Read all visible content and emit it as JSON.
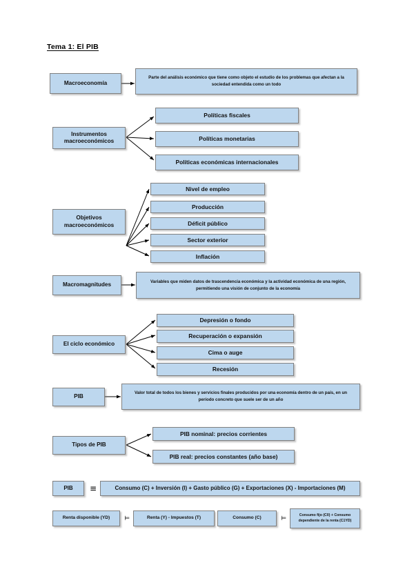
{
  "document": {
    "title": "Tema 1: El PIB",
    "accent_fill": "#bdd7ee",
    "border_color": "#808080",
    "background": "#ffffff"
  },
  "sections": {
    "macroeconomia": {
      "root": "Macroeconomía",
      "definition": "Parte del análisis económico que tiene como objeto el estudio de los problemas que afectan a la sociedad entendida como un todo"
    },
    "instrumentos": {
      "root": "Instrumentos macroeconómicos",
      "items": [
        "Políticas fiscales",
        "Políticas monetarias",
        "Políticas económicas internacionales"
      ]
    },
    "objetivos": {
      "root": "Objetivos macroeconómicos",
      "items": [
        "Nivel de empleo",
        "Producción",
        "Déficit público",
        "Sector exterior",
        "Inflación"
      ]
    },
    "macromagnitudes": {
      "root": "Macromagnitudes",
      "definition": "Variables que miden datos de trascendencia económica y la actividad económica de una región, permitiendo una visión de conjunto de la economía"
    },
    "ciclo": {
      "root": "El ciclo económico",
      "items": [
        "Depresión o fondo",
        "Recuperación o expansión",
        "Cima o auge",
        "Recesión"
      ]
    },
    "pib": {
      "root": "PIB",
      "definition": "Valor total de todos los bienes y servicios finales producidos por una economía dentro de un país, en un período concreto que suele ser de un año"
    },
    "tipos_pib": {
      "root": "Tipos de PIB",
      "items": [
        "PIB nominal: precios corrientes",
        "PIB real: precios constantes (año base)"
      ]
    },
    "identidad_pib": {
      "left": "PIB",
      "symbol": "≡",
      "right": "Consumo (C) + Inversión (I) + Gasto público (G) + Exportaciones (X) - Importaciones (M)"
    },
    "renta_disponible": {
      "left": "Renta disponible (YD)",
      "symbol": "⊨",
      "right": "Renta (Y) - Impuestos (T)"
    },
    "consumo": {
      "left": "Consumo (C)",
      "symbol": "⊨",
      "right": "Consumo fijo (C0) + Consumo dependiente de la renta (C1YD)"
    }
  }
}
